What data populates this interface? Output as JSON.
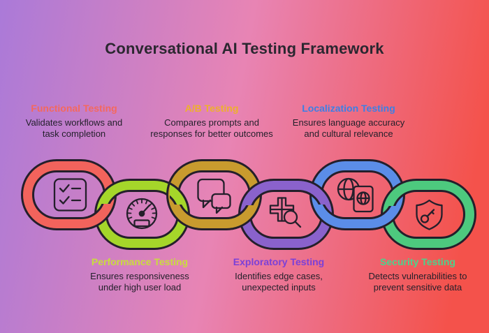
{
  "title": "Conversational AI Testing Framework",
  "colors": {
    "title": "#2b2730",
    "text": "#221f2a",
    "ink": "#241f2b",
    "bg_start": "#ab7ad8",
    "bg_mid": "#e884b4",
    "bg_end": "#f4524b"
  },
  "links": [
    {
      "id": "functional",
      "row": "top",
      "label": "Functional Testing",
      "label_color": "#f4685e",
      "link_color": "#f2635c",
      "icon": "checklist-icon",
      "desc1": "Validates workflows and",
      "desc2": "task completion"
    },
    {
      "id": "performance",
      "row": "bottom",
      "label": "Performance Testing",
      "label_color": "#c9dc3e",
      "link_color": "#a5d62a",
      "icon": "speedometer-icon",
      "desc1": "Ensures responsiveness",
      "desc2": "under high user load"
    },
    {
      "id": "ab",
      "row": "top",
      "label": "A/B Testing",
      "label_color": "#eeb02c",
      "link_color": "#c89b2e",
      "icon": "chat-bubbles-icon",
      "desc1": "Compares prompts and",
      "desc2": "responses for better outcomes"
    },
    {
      "id": "exploratory",
      "row": "bottom",
      "label": "Exploratory Testing",
      "label_color": "#7b40d8",
      "link_color": "#8a62cc",
      "icon": "puzzle-magnifier-icon",
      "desc1": "Identifies edge cases,",
      "desc2": "unexpected inputs"
    },
    {
      "id": "localization",
      "row": "top",
      "label": "Localization Testing",
      "label_color": "#3c7fe6",
      "link_color": "#5b8de8",
      "icon": "globe-passport-icon",
      "desc1": "Ensures language accuracy",
      "desc2": "and cultural relevance"
    },
    {
      "id": "security",
      "row": "bottom",
      "label": "Security Testing",
      "label_color": "#4bd38c",
      "link_color": "#4dc97e",
      "icon": "shield-key-icon",
      "desc1": "Detects vulnerabilities to",
      "desc2": "prevent sensitive data"
    }
  ]
}
